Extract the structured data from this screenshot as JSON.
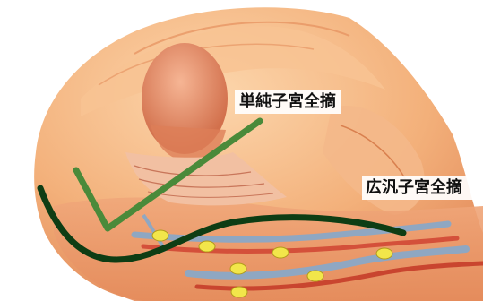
{
  "labels": {
    "simple_hysterectomy": "単純子宮全摘",
    "extended_hysterectomy": "広汎子宮全摘"
  },
  "colors": {
    "background": "#ffffff",
    "tissue_base": "#f3b07a",
    "tissue_light": "#fbd2a6",
    "tissue_dark": "#d9764a",
    "uterus": "#e48a66",
    "vessel_red": "#d4503a",
    "vessel_blue": "#8fa7c2",
    "simple_line": "#4a8a3a",
    "extended_line": "#0e3d14",
    "lymph_node": "#f2e64a",
    "label_bg": "#ffffff"
  },
  "markers": {
    "lymph_node_count": 7
  }
}
